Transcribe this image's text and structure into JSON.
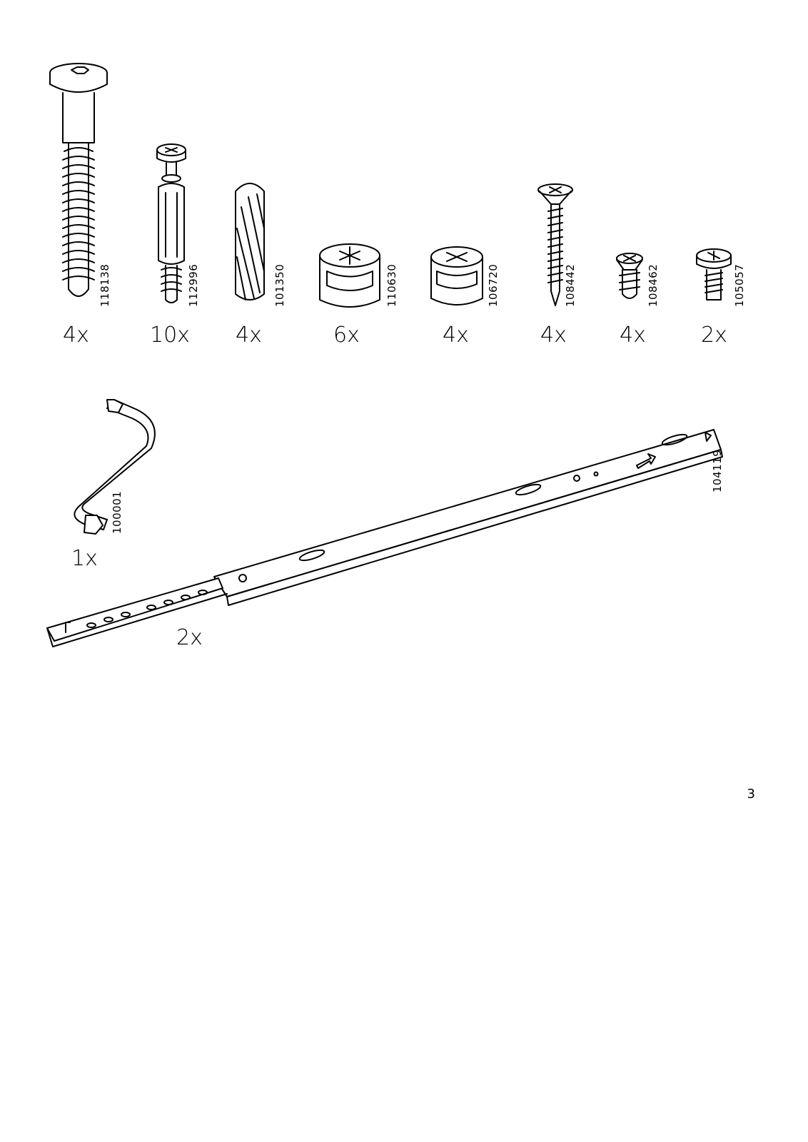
{
  "hardware": [
    {
      "part_number": "118138",
      "quantity": "4x",
      "icon": "connector-bolt-icon"
    },
    {
      "part_number": "112996",
      "quantity": "10x",
      "icon": "cam-dowel-icon"
    },
    {
      "part_number": "101350",
      "quantity": "4x",
      "icon": "wood-dowel-icon"
    },
    {
      "part_number": "110630",
      "quantity": "6x",
      "icon": "cam-lock-icon"
    },
    {
      "part_number": "106720",
      "quantity": "4x",
      "icon": "cam-lock-small-icon"
    },
    {
      "part_number": "108442",
      "quantity": "4x",
      "icon": "wood-screw-icon"
    },
    {
      "part_number": "108462",
      "quantity": "4x",
      "icon": "short-screw-icon"
    },
    {
      "part_number": "105057",
      "quantity": "2x",
      "icon": "machine-screw-icon"
    },
    {
      "part_number": "100001",
      "quantity": "1x",
      "icon": "allen-key-icon"
    },
    {
      "part_number": "104119",
      "quantity": "2x",
      "icon": "drawer-rail-icon"
    }
  ],
  "page_number": "3"
}
